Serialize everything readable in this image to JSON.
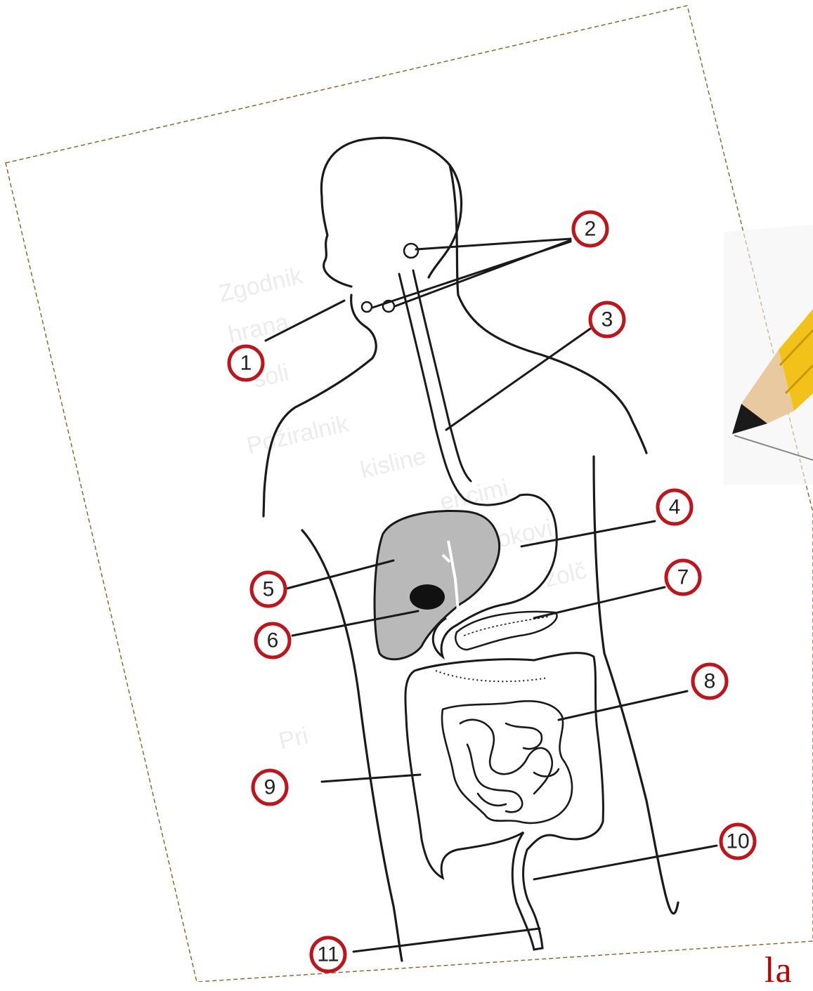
{
  "callouts": [
    "1",
    "2",
    "3",
    "4",
    "5",
    "6",
    "7",
    "8",
    "9",
    "10",
    "11"
  ],
  "background_words": [
    "Zgodnik",
    "hrana",
    "soli",
    "Požiralnik",
    "kisline",
    "encimi",
    "sokovi",
    "žolč",
    "Pri"
  ],
  "corner_text": "la",
  "colors": {
    "callout_ring": "#c0141c",
    "callout_fill": "#ffffff",
    "outline": "#1a1a1a",
    "liver_fill": "#b9b9b9",
    "gallbladder_fill": "#111111",
    "frame_dash": "#8a6d2a",
    "pencil_body": "#f2c21a",
    "pencil_wood": "#e8c9a0",
    "pencil_tip": "#1a1a1a",
    "corner_text": "#c00000"
  },
  "icons": [
    "pencil-icon"
  ]
}
